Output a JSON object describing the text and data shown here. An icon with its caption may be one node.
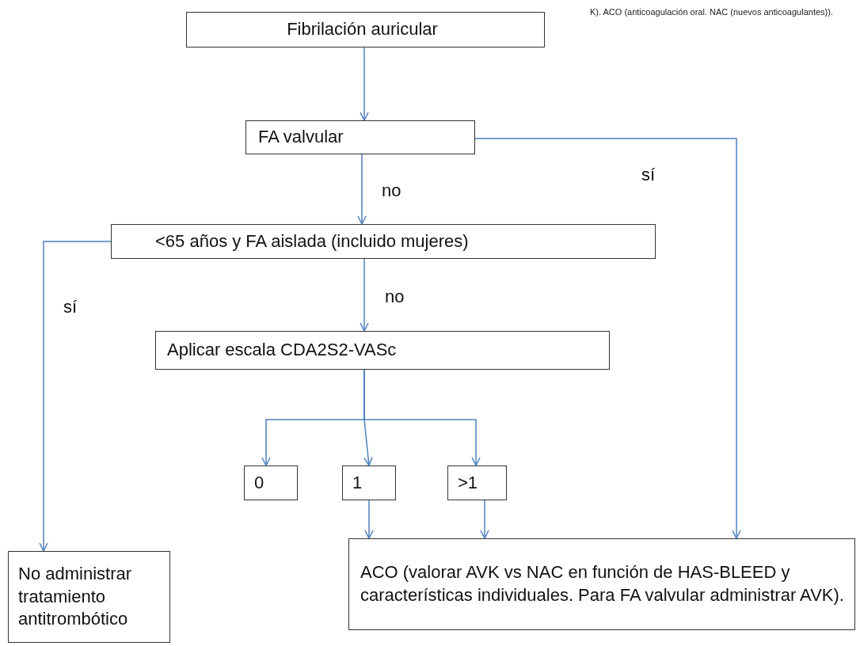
{
  "diagram": {
    "nodes": [
      {
        "text": [
          "Fibrilación auricular"
        ]
      },
      {
        "text": [
          "FA valvular"
        ]
      },
      {
        "text": [
          "<65 años y FA aislada (incluido mujeres)"
        ]
      },
      {
        "text": [
          "Aplicar escala CDA2S2-VASc"
        ]
      },
      {
        "text": [
          "0"
        ]
      },
      {
        "text": [
          "1"
        ]
      },
      {
        "text": [
          ">1"
        ]
      },
      {
        "text": [
          "No administrar tratamiento antitrombótico"
        ]
      },
      {
        "text": [
          "ACO (valorar AVK vs NAC en función de HAS-BLEED y características individuales. Para FA valvular administrar AVK)."
        ]
      }
    ],
    "edges": [
      {
        "from": 0,
        "to": 1,
        "arrow": "to"
      },
      {
        "from": 1,
        "to": 8,
        "arrow": "to",
        "label": "sí"
      },
      {
        "from": 1,
        "to": 2,
        "arrow": "to",
        "label": "no"
      },
      {
        "from": 2,
        "to": 7,
        "arrow": "to",
        "label": "sí"
      },
      {
        "from": 2,
        "to": 3,
        "arrow": "to",
        "label": "no"
      },
      {
        "from": 3,
        "to": 4,
        "arrow": "to"
      },
      {
        "from": 3,
        "to": 5,
        "arrow": "to"
      },
      {
        "from": 3,
        "to": 6,
        "arrow": "to"
      },
      {
        "from": 5,
        "to": 8,
        "arrow": "to"
      },
      {
        "from": 6,
        "to": 8,
        "arrow": "to"
      }
    ],
    "labels": [
      "K). ACO (anticoagulación oral. NAC (nuevos anticoagulantes))."
    ]
  }
}
